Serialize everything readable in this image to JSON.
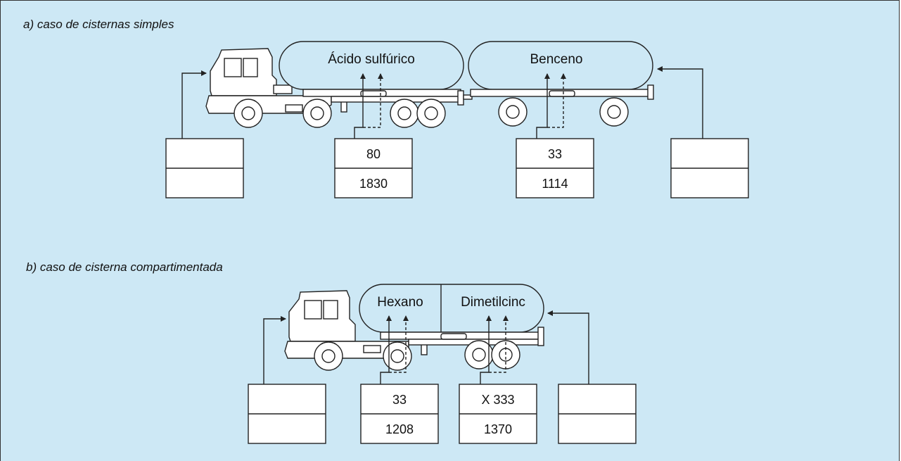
{
  "section_a": {
    "caption": "a) caso de cisternas simples",
    "tank1_label": "Ácido sulfúrico",
    "tank2_label": "Benceno",
    "panel1": {
      "hazard": "80",
      "un": "1830"
    },
    "panel2": {
      "hazard": "33",
      "un": "1114"
    }
  },
  "section_b": {
    "caption": "b) caso de cisterna compartimentada",
    "comp1_label": "Hexano",
    "comp2_label": "Dimetilcinc",
    "panel1": {
      "hazard": "33",
      "un": "1208"
    },
    "panel2": {
      "hazard": "X 333",
      "un": "1370"
    }
  },
  "colors": {
    "background": "#cde8f5",
    "line": "#222222",
    "panel_fill": "#ffffff"
  }
}
